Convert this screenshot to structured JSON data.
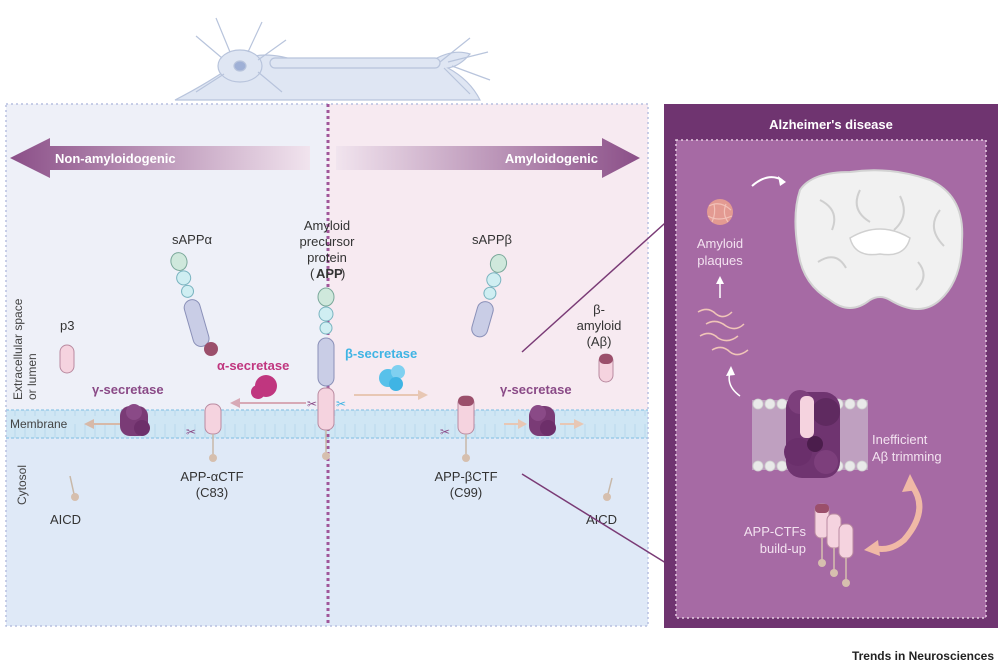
{
  "pathways": {
    "left_arrow_label": "Non-amyloidogenic",
    "right_arrow_label": "Amyloidogenic"
  },
  "compartments": {
    "extracellular_line1": "Extracellular space",
    "extracellular_line2": "or lumen",
    "membrane": "Membrane",
    "cytosol": "Cytosol"
  },
  "app": {
    "line1": "Amyloid",
    "line2": "precursor",
    "line3": "protein",
    "abbr": "APP"
  },
  "left": {
    "sapp": "sAPPα",
    "p3": "p3",
    "alpha_secretase": "α-secretase",
    "gamma_secretase": "γ-secretase",
    "ctf_line1": "APP-αCTF",
    "ctf_line2": "(C83)",
    "aicd": "AICD"
  },
  "right": {
    "sapp": "sAPPβ",
    "beta_secretase": "β-secretase",
    "gamma_secretase": "γ-secretase",
    "abeta_line1": "β-",
    "abeta_line2": "amyloid",
    "abeta_line3": "(Aβ)",
    "ctf_line1": "APP-βCTF",
    "ctf_line2": "(C99)",
    "aicd": "AICD"
  },
  "ad_panel": {
    "title": "Alzheimer's disease",
    "plaques_line1": "Amyloid",
    "plaques_line2": "plaques",
    "trimming_line1": "Inefficient",
    "trimming_line2": "Aβ trimming",
    "buildup_line1": "APP-CTFs",
    "buildup_line2": "build-up"
  },
  "journal": "Trends in Neurosciences",
  "colors": {
    "left_bg": "#eef0f8",
    "right_bg": "#f7eaf1",
    "cytosol_bg": "#dfe9f7",
    "membrane": "#c9e3f3",
    "purple": "#8a4a87",
    "dark_purple": "#6f3470",
    "panel_bg": "#a66aa4",
    "magenta": "#c0367f",
    "cyan": "#3fb4e4"
  }
}
